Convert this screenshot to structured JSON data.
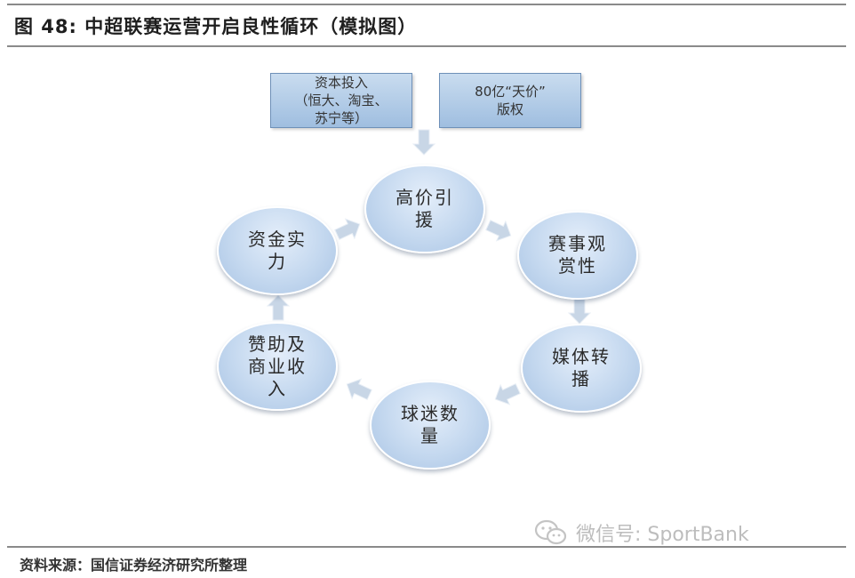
{
  "header": {
    "title": "图 48: 中超联赛运营开启良性循环（模拟图）"
  },
  "inputs": [
    {
      "id": "capital",
      "label": "资本投入\n（恒大、淘宝、\n苏宁等）"
    },
    {
      "id": "rights",
      "label": "80亿“天价”\n版权"
    }
  ],
  "cycle": [
    {
      "id": "signing",
      "label": "高价引\n援"
    },
    {
      "id": "watchability",
      "label": "赛事观\n赏性"
    },
    {
      "id": "broadcast",
      "label": "媒体转\n播"
    },
    {
      "id": "fans",
      "label": "球迷数\n量"
    },
    {
      "id": "sponsorship",
      "label": "赞助及\n商业收\n入"
    },
    {
      "id": "funding",
      "label": "资金实\n力"
    }
  ],
  "footer": {
    "source": "资料来源：国信证券经济研究所整理"
  },
  "watermark": {
    "text": "微信号: SportBank",
    "icon": "wechat-icon"
  },
  "colors": {
    "node_fill": "#c4d8ef",
    "box_fill": "#b5cde8",
    "arrow_fill": "#c8d6e6",
    "rule": "#8a8a8a"
  }
}
